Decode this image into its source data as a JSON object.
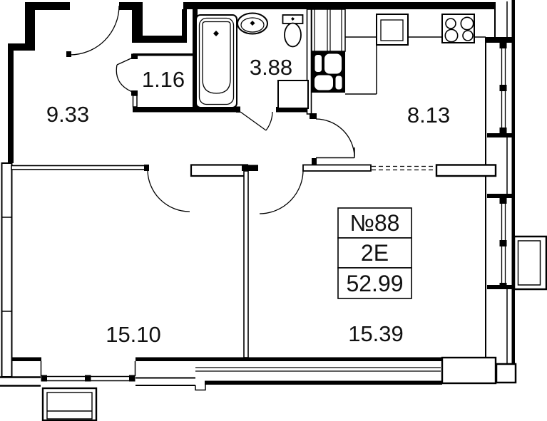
{
  "plan": {
    "rooms": [
      {
        "id": "hallway",
        "area": "9.33"
      },
      {
        "id": "closet",
        "area": "1.16"
      },
      {
        "id": "bathroom",
        "area": "3.88"
      },
      {
        "id": "kitchen",
        "area": "8.13"
      },
      {
        "id": "bedroom",
        "area": "15.10"
      },
      {
        "id": "living-room",
        "area": "15.39"
      }
    ],
    "info_box": {
      "number": "№88",
      "type": "2E",
      "total_area": "52.99"
    },
    "colors": {
      "line": "#000000",
      "background": "#ffffff"
    }
  }
}
